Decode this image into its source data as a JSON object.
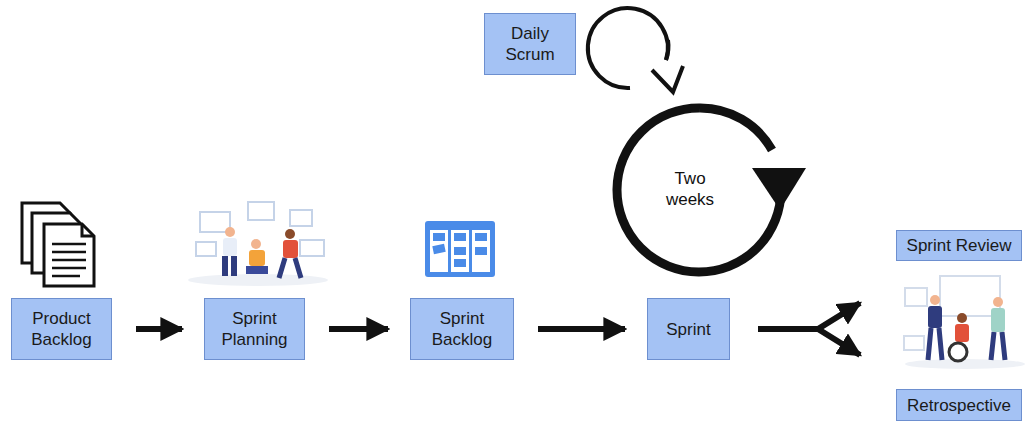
{
  "diagram": {
    "nodes": [
      {
        "text": [
          "Product Backlog"
        ]
      },
      {
        "text": [
          "Sprint Planning"
        ]
      },
      {
        "text": [
          "Sprint Backlog"
        ]
      },
      {
        "text": [
          "Daily Scrum"
        ]
      },
      {
        "text": [
          "Sprint"
        ]
      },
      {
        "text": [
          "Sprint Review"
        ]
      },
      {
        "text": [
          "Retrospective"
        ]
      }
    ],
    "edges": [
      {
        "from": 0,
        "to": 1,
        "arrow": "to"
      },
      {
        "from": 1,
        "to": 2,
        "arrow": "to"
      },
      {
        "from": 2,
        "to": 4,
        "arrow": "to"
      },
      {
        "from": 4,
        "to": 5,
        "arrow": "to"
      },
      {
        "from": 4,
        "to": 6,
        "arrow": "to"
      }
    ],
    "labels": [
      "Two weeks"
    ]
  }
}
